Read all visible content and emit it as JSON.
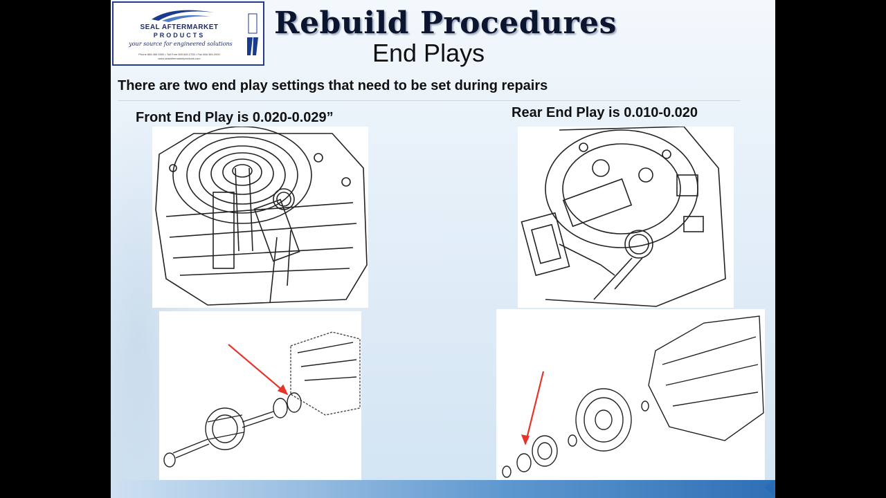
{
  "logo": {
    "brand_line1": "SEAL AFTERMARKET",
    "brand_line2": "PRODUCTS",
    "tagline": "your source for engineered solutions",
    "contact": "Phone 866.384.5300 • Toll Free 800.682.2750 • Fax 866.384.2000",
    "website": "www.sealaftermarketproducts.com",
    "brand_color": "#1a2a6c"
  },
  "slide": {
    "title": "Rebuild Procedures",
    "subtitle": "End Plays",
    "intro": "There are two end play settings that need to be set during repairs",
    "front_label": "Front End Play is 0.020-0.029”",
    "rear_label": "Rear End Play is 0.010-0.020"
  },
  "figures": [
    {
      "name": "front-end-play-dial-indicator",
      "icon": "dial-indicator-diagram"
    },
    {
      "name": "rear-end-play-dial-indicator",
      "icon": "dial-indicator-diagram"
    },
    {
      "name": "bearing-spacer-exploded-view",
      "icon": "exploded-view-diagram"
    },
    {
      "name": "select-disc-exploded-view",
      "icon": "exploded-view-diagram"
    }
  ],
  "colors": {
    "accent_bar": "#2f6fb5",
    "arrow": "#e5342a"
  }
}
